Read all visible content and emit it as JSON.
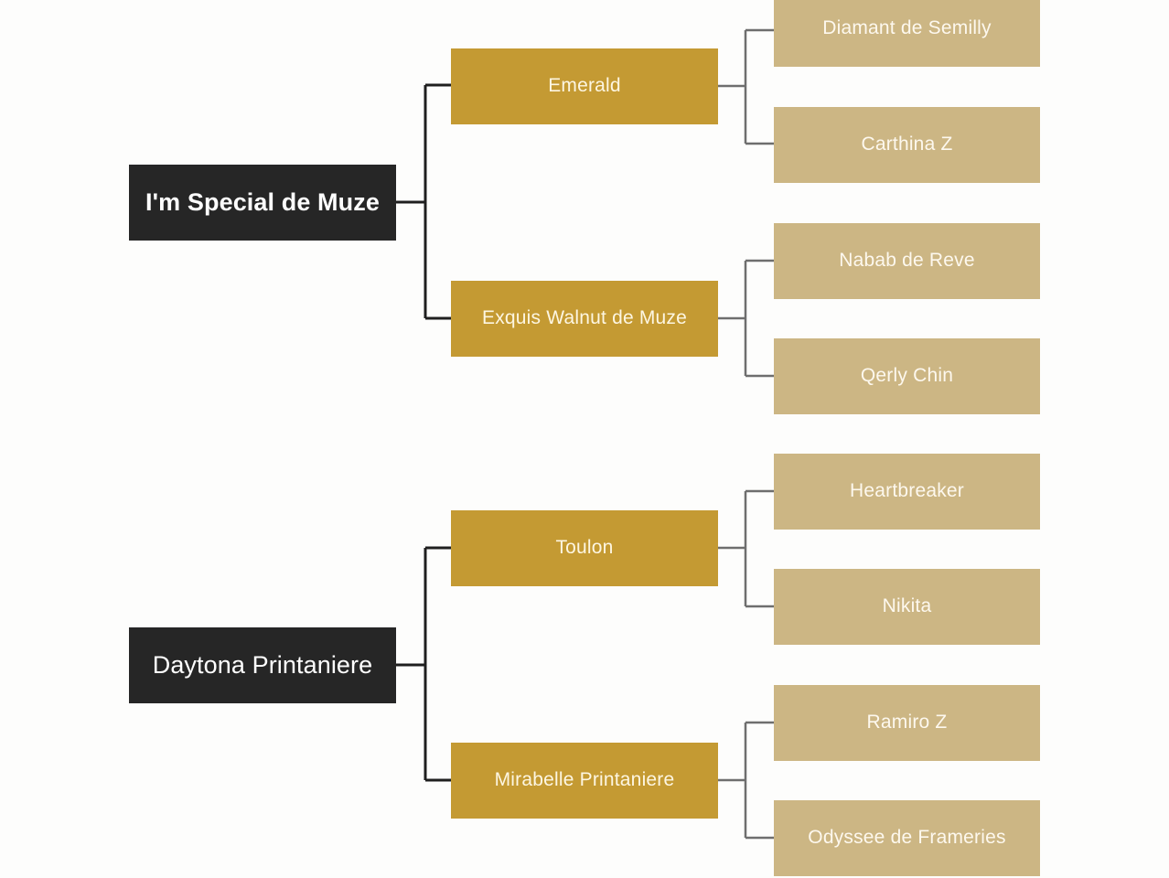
{
  "diagram": {
    "type": "pedigree-tree",
    "orientation": "left-to-right",
    "background_color": "#fdfdfc",
    "colors": {
      "root_box": "#262626",
      "root_text": "#ffffff",
      "parent_box": "#c49a33",
      "parent_text": "#fdf6e2",
      "grandparent_box": "#ccb684",
      "grandparent_text": "#fdf8ee",
      "root_connector": "#1f1f1f",
      "branch_connector": "#6e6e6e"
    },
    "trees": [
      {
        "root": {
          "label": "I'm Special de Muze",
          "emphasis": "bold"
        },
        "parents": [
          {
            "label": "Emerald",
            "grandparents": [
              {
                "label": "Diamant de Semilly"
              },
              {
                "label": "Carthina Z"
              }
            ]
          },
          {
            "label": "Exquis Walnut de Muze",
            "grandparents": [
              {
                "label": "Nabab de Reve"
              },
              {
                "label": "Qerly Chin"
              }
            ]
          }
        ]
      },
      {
        "root": {
          "label": "Daytona Printaniere",
          "emphasis": "regular"
        },
        "parents": [
          {
            "label": "Toulon",
            "grandparents": [
              {
                "label": "Heartbreaker"
              },
              {
                "label": "Nikita"
              }
            ]
          },
          {
            "label": "Mirabelle Printaniere",
            "grandparents": [
              {
                "label": "Ramiro Z"
              },
              {
                "label": "Odyssee de Frameries"
              }
            ]
          }
        ]
      }
    ]
  }
}
